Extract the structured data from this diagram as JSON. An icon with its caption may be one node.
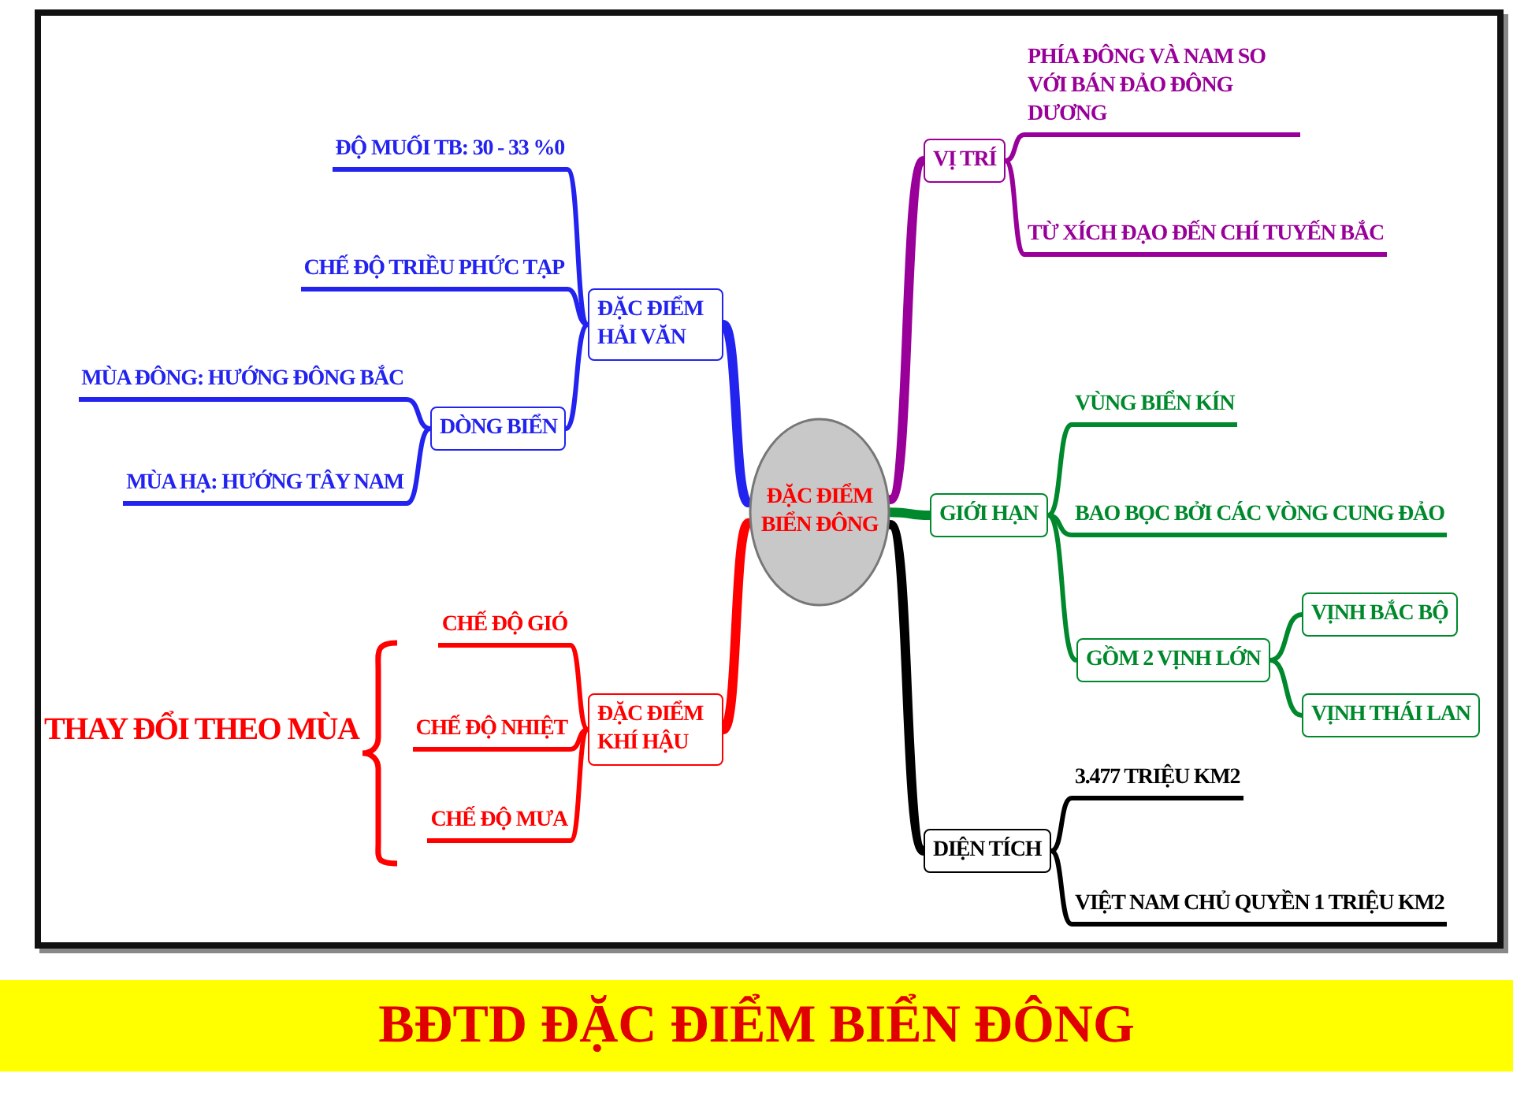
{
  "diagram": {
    "title": "BĐTD ĐẶC ĐIỂM BIỂN ĐÔNG",
    "nodes": [
      {
        "text": [
          "ĐẶC ĐIỂM BIỂN ĐÔNG"
        ]
      },
      {
        "text": [
          "ĐẶC ĐIỂM HẢI VĂN"
        ]
      },
      {
        "text": [
          "ĐỘ MUỐI TB: 30 - 33 %0"
        ]
      },
      {
        "text": [
          "CHẾ ĐỘ TRIỀU PHỨC TẠP"
        ]
      },
      {
        "text": [
          "DÒNG BIỂN"
        ]
      },
      {
        "text": [
          "MÙA ĐÔNG: HƯỚNG ĐÔNG BẮC"
        ]
      },
      {
        "text": [
          "MÙA HẠ: HƯỚNG TÂY NAM"
        ]
      },
      {
        "text": [
          "ĐẶC ĐIỂM KHÍ HẬU"
        ]
      },
      {
        "text": [
          "CHẾ ĐỘ GIÓ"
        ]
      },
      {
        "text": [
          "CHẾ ĐỘ NHIỆT"
        ]
      },
      {
        "text": [
          "CHẾ ĐỘ MƯA"
        ]
      },
      {
        "text": [
          "VỊ TRÍ"
        ]
      },
      {
        "text": [
          "PHÍA ĐÔNG VÀ NAM SO VỚI BÁN ĐẢO ĐÔNG DƯƠNG"
        ]
      },
      {
        "text": [
          "TỪ XÍCH ĐẠO ĐẾN CHÍ TUYẾN BẮC"
        ]
      },
      {
        "text": [
          "GIỚI HẠN"
        ]
      },
      {
        "text": [
          "VÙNG BIỂN KÍN"
        ]
      },
      {
        "text": [
          "BAO BỌC BỞI CÁC VÒNG CUNG ĐẢO"
        ]
      },
      {
        "text": [
          "GỒM 2 VỊNH LỚN"
        ]
      },
      {
        "text": [
          "VỊNH BẮC BỘ"
        ]
      },
      {
        "text": [
          "VỊNH THÁI LAN"
        ]
      },
      {
        "text": [
          "DIỆN TÍCH"
        ]
      },
      {
        "text": [
          "3.477 TRIỆU KM2"
        ]
      },
      {
        "text": [
          "VIỆT NAM CHỦ QUYỀN 1 TRIỆU KM2"
        ]
      }
    ],
    "edges": [
      {
        "from": 0,
        "to": 1,
        "arrow": "none",
        "style": "thick"
      },
      {
        "from": 1,
        "to": 2,
        "arrow": "none"
      },
      {
        "from": 1,
        "to": 3,
        "arrow": "none"
      },
      {
        "from": 1,
        "to": 4,
        "arrow": "none"
      },
      {
        "from": 4,
        "to": 5,
        "arrow": "none"
      },
      {
        "from": 4,
        "to": 6,
        "arrow": "none"
      },
      {
        "from": 0,
        "to": 7,
        "arrow": "none",
        "style": "thick",
        "color": "#ff0000"
      },
      {
        "from": 7,
        "to": 8,
        "arrow": "none",
        "color": "#ff0000"
      },
      {
        "from": 7,
        "to": 9,
        "arrow": "none",
        "color": "#ff0000"
      },
      {
        "from": 7,
        "to": 10,
        "arrow": "none",
        "color": "#ff0000"
      },
      {
        "from": 0,
        "to": 11,
        "arrow": "none",
        "style": "thick",
        "color": "#990099"
      },
      {
        "from": 11,
        "to": 12,
        "arrow": "none",
        "color": "#990099"
      },
      {
        "from": 11,
        "to": 13,
        "arrow": "none",
        "color": "#990099"
      },
      {
        "from": 0,
        "to": 14,
        "arrow": "none",
        "style": "thick",
        "color": "#00892c"
      },
      {
        "from": 14,
        "to": 15,
        "arrow": "none",
        "color": "#00892c"
      },
      {
        "from": 14,
        "to": 16,
        "arrow": "none",
        "color": "#00892c"
      },
      {
        "from": 14,
        "to": 17,
        "arrow": "none",
        "color": "#00892c"
      },
      {
        "from": 17,
        "to": 18,
        "arrow": "none",
        "color": "#00892c"
      },
      {
        "from": 17,
        "to": 19,
        "arrow": "none",
        "color": "#00892c"
      },
      {
        "from": 0,
        "to": 20,
        "arrow": "none",
        "style": "thick",
        "color": "#000000"
      },
      {
        "from": 20,
        "to": 21,
        "arrow": "none",
        "color": "#000000"
      },
      {
        "from": 20,
        "to": 22,
        "arrow": "none",
        "color": "#000000"
      }
    ],
    "labels": [
      "THAY ĐỔI THEO MÙA"
    ]
  }
}
